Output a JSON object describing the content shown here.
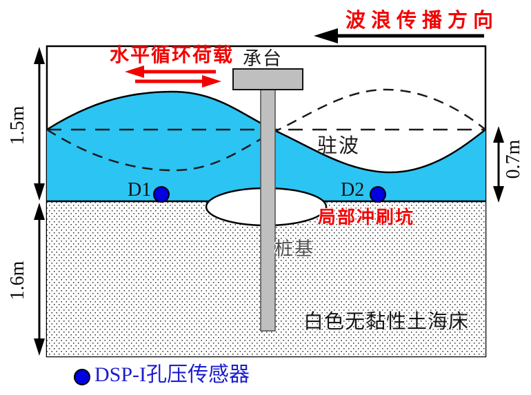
{
  "figure": {
    "wave_direction_label": "波浪传播方向",
    "cyclic_load_label": "水平循环荷载",
    "pile_cap_label": "承台",
    "standing_wave_label": "驻波",
    "scour_pit_label": "局部冲刷坑",
    "pile_label": "桩基",
    "seabed_label": "白色无黏性土海床",
    "sensor_d1_label": "D1",
    "sensor_d2_label": "D2"
  },
  "dimensions": {
    "water_depth_total": "1.5m",
    "soil_depth": "1.6m",
    "water_depth_at_wall": "0.7m"
  },
  "legend": {
    "sensor_label": "DSP-I孔压传感器"
  },
  "colors": {
    "water": "#2bc4f3",
    "pile_gray": "#bfbfbf",
    "accent_red": "#f30000",
    "sensor_blue": "#0000e0",
    "legend_text_blue": "#1c1cce"
  }
}
